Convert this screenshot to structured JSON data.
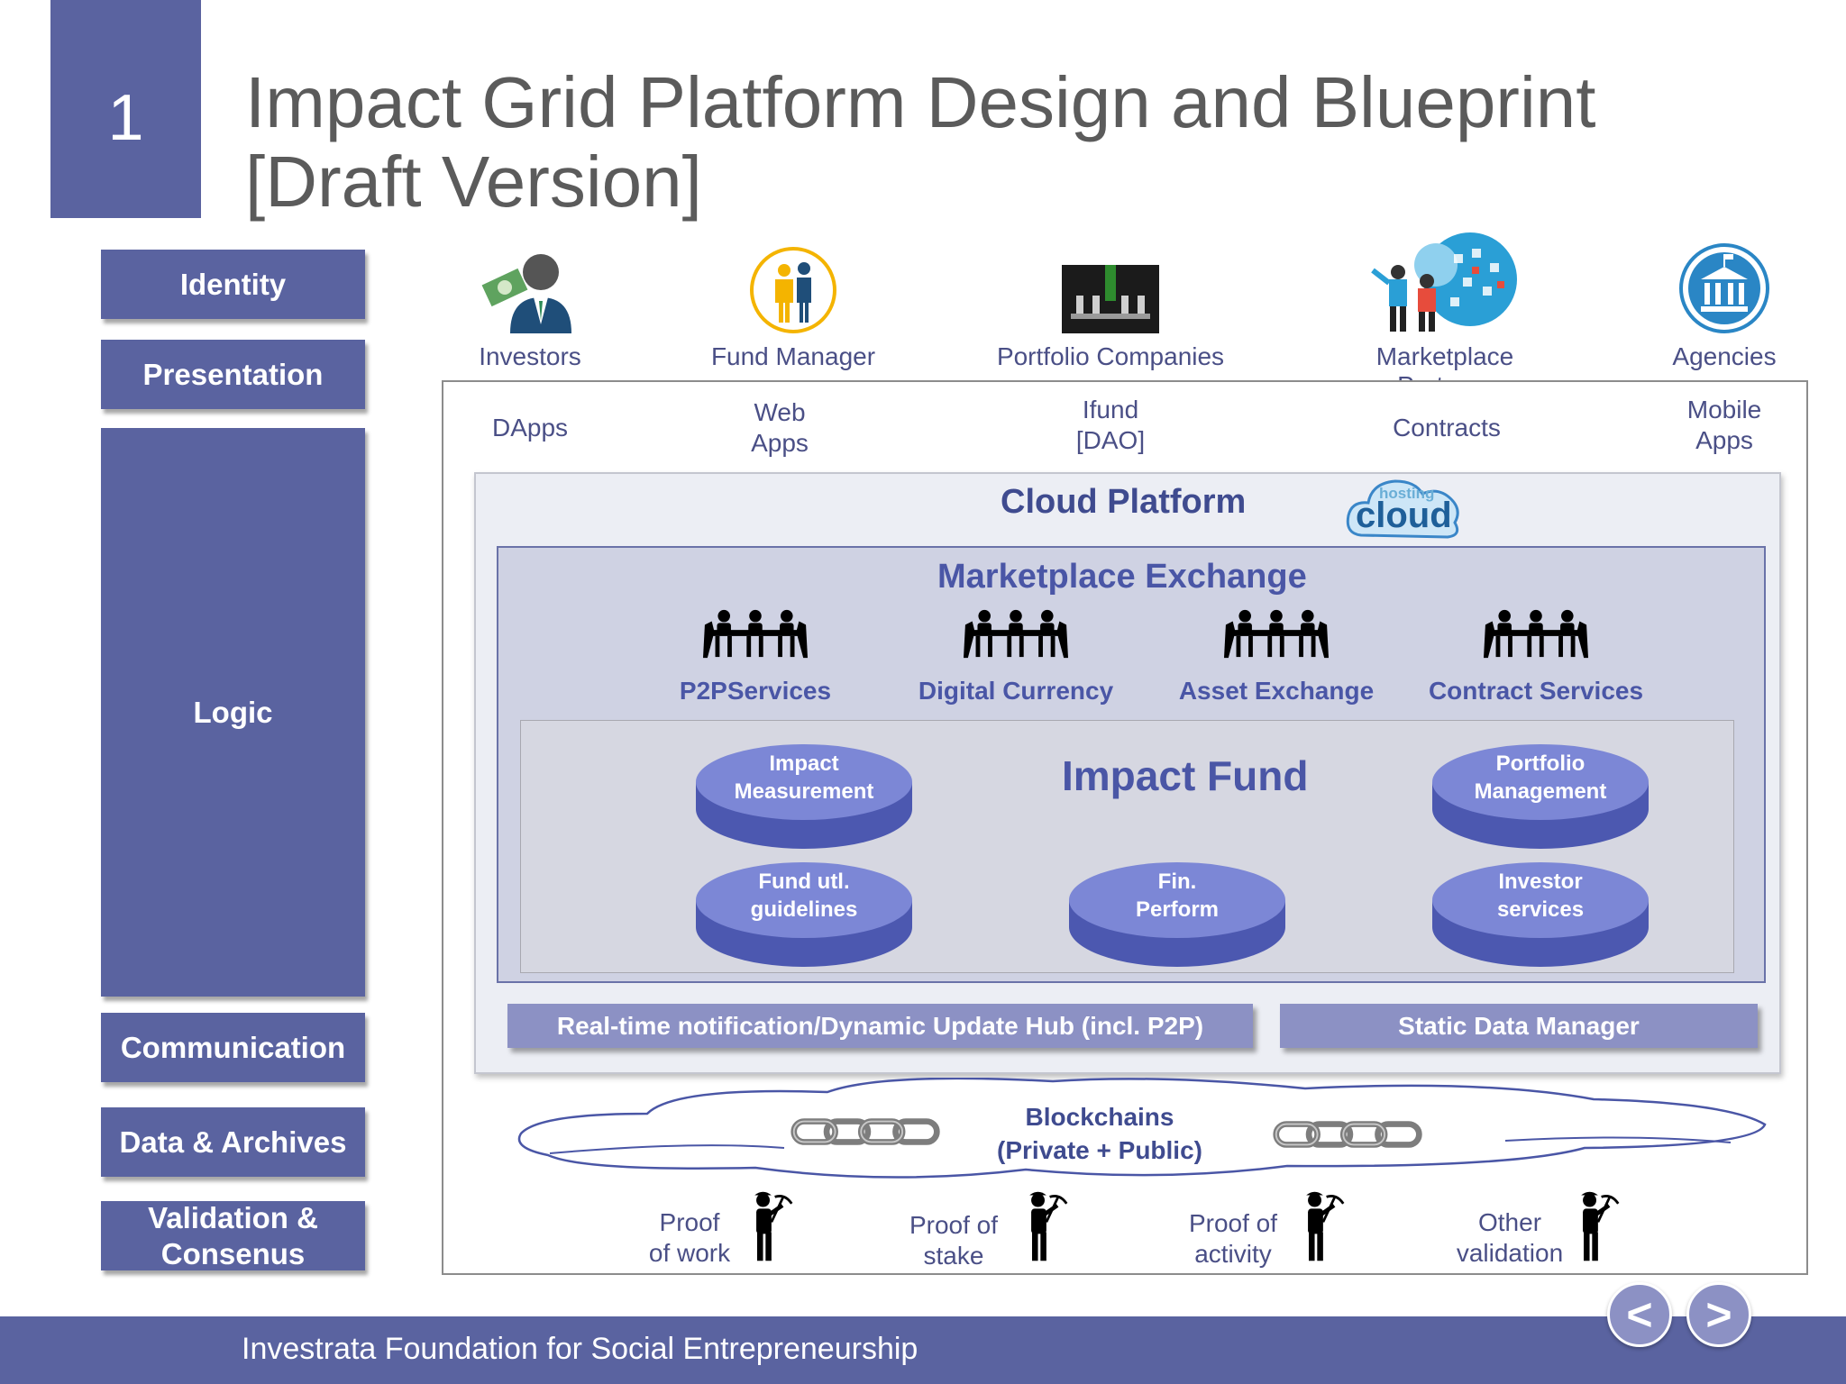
{
  "slide": {
    "number": "1",
    "title_line1": "Impact Grid Platform Design and Blueprint",
    "title_line2": "[Draft Version]"
  },
  "layers": {
    "identity": "Identity",
    "presentation": "Presentation",
    "logic": "Logic",
    "communication": "Communication",
    "data_archives": "Data & Archives",
    "validation_line1": "Validation &",
    "validation_line2": "Consenus"
  },
  "actors": {
    "investors": "Investors",
    "fund_manager": "Fund Manager",
    "portfolio_companies": "Portfolio Companies",
    "marketplace_partners": "Marketplace Partners",
    "agencies": "Agencies"
  },
  "apps": {
    "dapps": "DApps",
    "web_line1": "Web",
    "web_line2": "Apps",
    "ifund_line1": "Ifund",
    "ifund_line2": "[DAO]",
    "contracts": "Contracts",
    "mobile_line1": "Mobile",
    "mobile_line2": "Apps"
  },
  "cloud": {
    "title": "Cloud Platform",
    "logo_small": "hosting",
    "logo_big": "cloud"
  },
  "marketplace": {
    "title": "Marketplace Exchange",
    "services": [
      "P2PServices",
      "Digital Currency",
      "Asset Exchange",
      "Contract Services"
    ]
  },
  "impact_fund": {
    "title": "Impact Fund",
    "impact_measurement_line1": "Impact",
    "impact_measurement_line2": "Measurement",
    "portfolio_mgmt_line1": "Portfolio",
    "portfolio_mgmt_line2": "Management",
    "fund_guidelines_line1": "Fund utl.",
    "fund_guidelines_line2": "guidelines",
    "fin_perform_line1": "Fin.",
    "fin_perform_line2": "Perform",
    "investor_services_line1": "Investor",
    "investor_services_line2": "services"
  },
  "communication": {
    "hub": "Real-time notification/Dynamic Update Hub (incl. P2P)",
    "static": "Static Data Manager"
  },
  "blockchain": {
    "line1": "Blockchains",
    "line2": "(Private + Public)"
  },
  "validation": {
    "pow_line1": "Proof",
    "pow_line2": "of work",
    "pos_line1": "Proof of",
    "pos_line2": "stake",
    "poa_line1": "Proof of",
    "poa_line2": "activity",
    "other_line1": "Other",
    "other_line2": "validation"
  },
  "footer": {
    "org": "Investrata Foundation for Social Entrepreneurship",
    "prev": "<",
    "next": ">"
  },
  "colors": {
    "primary": "#5a63a0",
    "accent": "#8c91c4",
    "heading_blue": "#4a56a6"
  }
}
